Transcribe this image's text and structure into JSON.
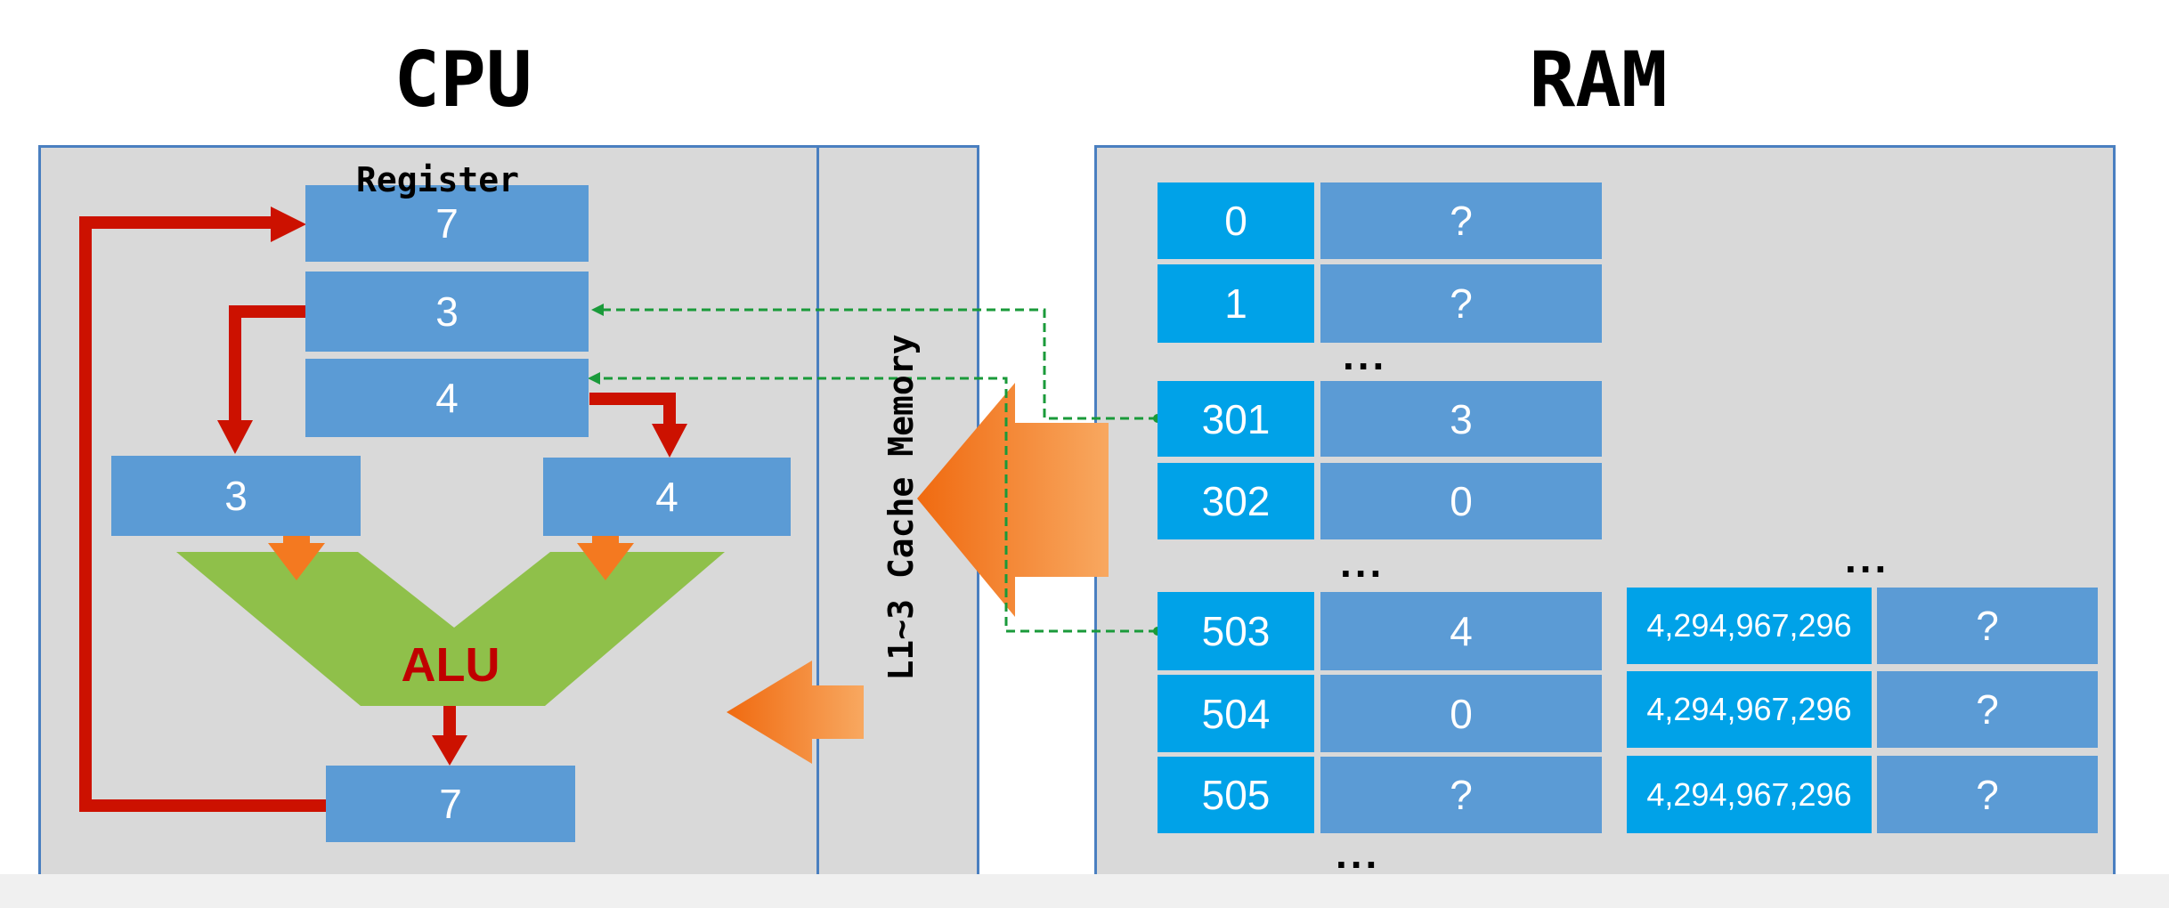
{
  "cpu": {
    "title": "CPU",
    "register_label": "Register",
    "registers": [
      "7",
      "3",
      "4"
    ],
    "alu_inputs": [
      "3",
      "4"
    ],
    "alu_label": "ALU",
    "alu_output": "7",
    "cache_label": "L1~3 Cache Memory"
  },
  "ram": {
    "title": "RAM",
    "rows": [
      {
        "address": "0",
        "value": "?"
      },
      {
        "address": "1",
        "value": "?"
      },
      {
        "address": "301",
        "value": "3"
      },
      {
        "address": "302",
        "value": "0"
      },
      {
        "address": "503",
        "value": "4"
      },
      {
        "address": "504",
        "value": "0"
      },
      {
        "address": "505",
        "value": "?"
      }
    ],
    "far_rows": [
      {
        "address": "4,294,967,296",
        "value": "?"
      },
      {
        "address": "4,294,967,296",
        "value": "?"
      },
      {
        "address": "4,294,967,296",
        "value": "?"
      }
    ],
    "ellipsis": "..."
  },
  "colors": {
    "panel": "#d9d9d9",
    "register_box": "#5b9bd5",
    "address_box": "#00a2e8",
    "flow_arrow": "#cc1100",
    "transfer_arrow": "#f47920",
    "alu": "#8fc04a",
    "fetch_line": "#1a9a3a"
  }
}
